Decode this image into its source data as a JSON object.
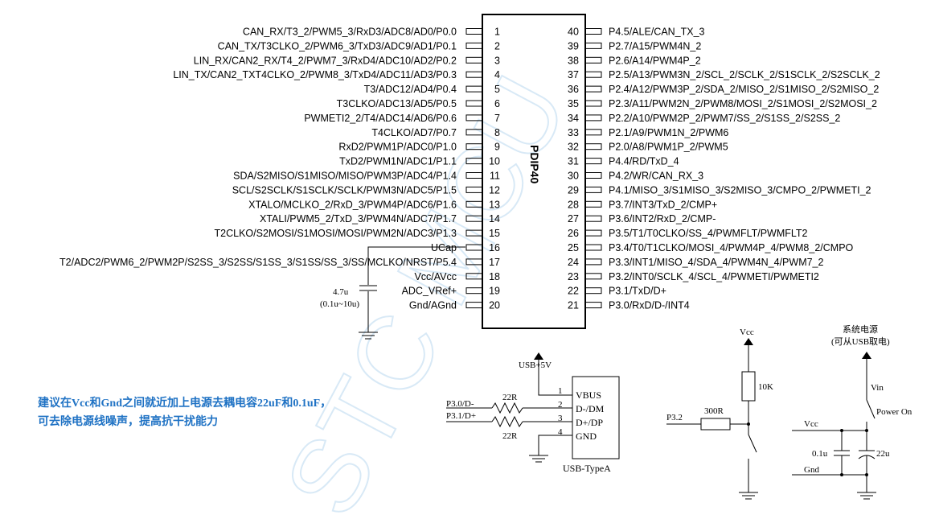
{
  "chip": {
    "package": "PDIP40",
    "left_pins": [
      {
        "num": "1",
        "label": "CAN_RX/T3_2/PWM5_3/RxD3/ADC8/AD0/P0.0"
      },
      {
        "num": "2",
        "label": "CAN_TX/T3CLKO_2/PWM6_3/TxD3/ADC9/AD1/P0.1"
      },
      {
        "num": "3",
        "label": "LIN_RX/CAN2_RX/T4_2/PWM7_3/RxD4/ADC10/AD2/P0.2"
      },
      {
        "num": "4",
        "label": "LIN_TX/CAN2_TXT4CLKO_2/PWM8_3/TxD4/ADC11/AD3/P0.3"
      },
      {
        "num": "5",
        "label": "T3/ADC12/AD4/P0.4"
      },
      {
        "num": "6",
        "label": "T3CLKO/ADC13/AD5/P0.5"
      },
      {
        "num": "7",
        "label": "PWMETI2_2/T4/ADC14/AD6/P0.6"
      },
      {
        "num": "8",
        "label": "T4CLKO/AD7/P0.7"
      },
      {
        "num": "9",
        "label": "RxD2/PWM1P/ADC0/P1.0"
      },
      {
        "num": "10",
        "label": "TxD2/PWM1N/ADC1/P1.1"
      },
      {
        "num": "11",
        "label": "SDA/S2MISO/S1MISO/MISO/PWM3P/ADC4/P1.4"
      },
      {
        "num": "12",
        "label": "SCL/S2SCLK/S1SCLK/SCLK/PWM3N/ADC5/P1.5"
      },
      {
        "num": "13",
        "label": "XTALO/MCLKO_2/RxD_3/PWM4P/ADC6/P1.6"
      },
      {
        "num": "14",
        "label": "XTALI/PWM5_2/TxD_3/PWM4N/ADC7/P1.7"
      },
      {
        "num": "15",
        "label": "T2CLKO/S2MOSI/S1MOSI/MOSI/PWM2N/ADC3/P1.3"
      },
      {
        "num": "16",
        "label": "UCap"
      },
      {
        "num": "17",
        "label": "T2/ADC2/PWM6_2/PWM2P/S2SS_3/S2SS/S1SS_3/S1SS/SS_3/SS/MCLKO/NRST/P5.4"
      },
      {
        "num": "18",
        "label": "Vcc/AVcc"
      },
      {
        "num": "19",
        "label": "ADC_VRef+"
      },
      {
        "num": "20",
        "label": "Gnd/AGnd"
      }
    ],
    "right_pins": [
      {
        "num": "40",
        "label": "P4.5/ALE/CAN_TX_3"
      },
      {
        "num": "39",
        "label": "P2.7/A15/PWM4N_2"
      },
      {
        "num": "38",
        "label": "P2.6/A14/PWM4P_2"
      },
      {
        "num": "37",
        "label": "P2.5/A13/PWM3N_2/SCL_2/SCLK_2/S1SCLK_2/S2SCLK_2"
      },
      {
        "num": "36",
        "label": "P2.4/A12/PWM3P_2/SDA_2/MISO_2/S1MISO_2/S2MISO_2"
      },
      {
        "num": "35",
        "label": "P2.3/A11/PWM2N_2/PWM8/MOSI_2/S1MOSI_2/S2MOSI_2"
      },
      {
        "num": "34",
        "label": "P2.2/A10/PWM2P_2/PWM7/SS_2/S1SS_2/S2SS_2"
      },
      {
        "num": "33",
        "label": "P2.1/A9/PWM1N_2/PWM6"
      },
      {
        "num": "32",
        "label": "P2.0/A8/PWM1P_2/PWM5"
      },
      {
        "num": "31",
        "label": "P4.4/RD/TxD_4"
      },
      {
        "num": "30",
        "label": "P4.2/WR/CAN_RX_3"
      },
      {
        "num": "29",
        "label": "P4.1/MISO_3/S1MISO_3/S2MISO_3/CMPO_2/PWMETI_2"
      },
      {
        "num": "28",
        "label": "P3.7/INT3/TxD_2/CMP+"
      },
      {
        "num": "27",
        "label": "P3.6/INT2/RxD_2/CMP-"
      },
      {
        "num": "26",
        "label": "P3.5/T1/T0CLKO/SS_4/PWMFLT/PWMFLT2"
      },
      {
        "num": "25",
        "label": "P3.4/T0/T1CLKO/MOSI_4/PWM4P_4/PWM8_2/CMPO"
      },
      {
        "num": "24",
        "label": "P3.3/INT1/MISO_4/SDA_4/PWM4N_4/PWM7_2"
      },
      {
        "num": "23",
        "label": "P3.2/INT0/SCLK_4/SCL_4/PWMETI/PWMETI2"
      },
      {
        "num": "22",
        "label": "P3.1/TxD/D+"
      },
      {
        "num": "21",
        "label": "P3.0/RxD/D-/INT4"
      }
    ]
  },
  "ucap_cap": {
    "value": "4.7u",
    "range": "(0.1u~10u)"
  },
  "usb": {
    "supply": "USB+5V",
    "title": "USB-TypeA",
    "pins": [
      {
        "num": "1",
        "name": "VBUS"
      },
      {
        "num": "2",
        "name": "D-/DM"
      },
      {
        "num": "3",
        "name": "D+/DP"
      },
      {
        "num": "4",
        "name": "GND"
      }
    ],
    "net_dm": "P3.0/D-",
    "net_dp": "P3.1/D+",
    "r_top": "22R",
    "r_bottom": "22R"
  },
  "note": {
    "line1": "建议在Vcc和Gnd之间就近加上电源去耦电容22uF和0.1uF，",
    "line2": "可去除电源线噪声，提高抗干扰能力"
  },
  "reset_circuit": {
    "vcc": "Vcc",
    "pullup": "10K",
    "series_r": "300R",
    "net": "P3.2"
  },
  "power_circuit": {
    "title_line1": "系统电源",
    "title_line2": "(可从USB取电)",
    "vin": "Vin",
    "switch": "Power On",
    "vcc": "Vcc",
    "gnd": "Gnd",
    "c_small": "0.1u",
    "c_big": "22u"
  },
  "watermark": "STC MCU"
}
